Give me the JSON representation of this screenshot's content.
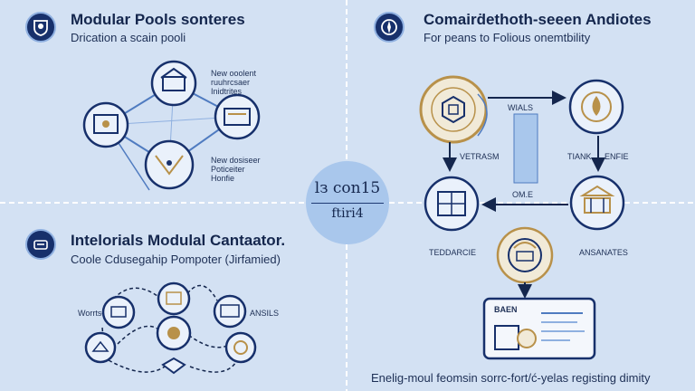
{
  "panels": {
    "top_left": {
      "title": "Modular Pools sonteres",
      "subtitle": "Drication a scain pooli"
    },
    "top_right": {
      "title": "Comairḋethoth-seeen Andiotes",
      "subtitle": "For peans to Folious onemtbility"
    },
    "bottom_left": {
      "title": "Intelorials Modulal Cantaator.",
      "subtitle": "Coole Cdusegahip Pompoter (Jirfamied)"
    },
    "bottom_right": {
      "footer": "Enelig-moul feomsin sorrc-fort/ć-yelas registing dimity"
    }
  },
  "center": {
    "line1": "lз con15",
    "line2": "ftiri4"
  },
  "diagram_labels": {
    "tl_note_top": [
      "New ooolent",
      "ruuhrcsaer",
      "Inidtrites"
    ],
    "tl_note_bottom": [
      "New dosiseer",
      "Poticeiter",
      "Honfie"
    ],
    "tr_wrials": "WIALS",
    "tr_vetrasm": "VETRASM",
    "tr_tiank": "TIANK",
    "tr_enfie": "ENFIE",
    "tr_ome": "OM.E",
    "tr_teddarcie": "TEDDARCIE",
    "tr_ansanates": "ANSANATES",
    "tr_card_head": "BAEN",
    "bl_worrts": "Worrts",
    "bl_ansils": "ANSILS"
  },
  "badges": {
    "tl": "lion-shield-icon",
    "tr": "compass-emblem-icon",
    "bl": "lsr-emblem-icon"
  },
  "colors": {
    "background": "#d3e1f3",
    "navy": "#17306b",
    "line_blue": "#4f7bc0",
    "gold": "#b8914a",
    "divider": "#ffffff"
  }
}
